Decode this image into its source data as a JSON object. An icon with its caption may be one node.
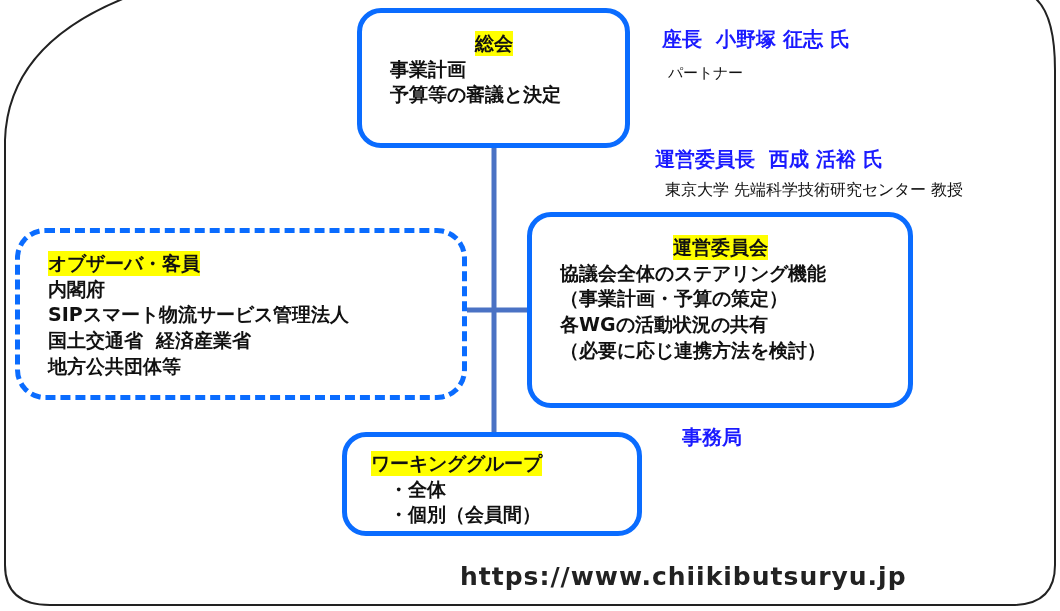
{
  "diagram": {
    "nodes": [
      {
        "text": [
          "総会",
          "事業計画",
          "予算等の審議と決定"
        ]
      },
      {
        "text": [
          "オブザーバ・客員",
          "内閣府",
          "SIPスマート物流サービス管理法人",
          "国土交通省  経済産業省",
          "地方公共団体等"
        ]
      },
      {
        "text": [
          "運営委員会",
          "協議会全体のステアリング機能",
          "（事業計画・予算の策定）",
          "各WGの活動状況の共有",
          "（必要に応じ連携方法を検討）"
        ]
      },
      {
        "text": [
          "ワーキンググループ",
          "・全体",
          "・個別（会員間）"
        ]
      }
    ],
    "edges": [
      {
        "from": 0,
        "to": 3,
        "arrow": "none"
      },
      {
        "from": 1,
        "to": 2,
        "arrow": "none"
      }
    ],
    "labels": [
      "座長  小野塚 征志 氏",
      "パートナー",
      "運営委員長  西成 活裕 氏",
      "東京大学 先端科学技術研究センター 教授",
      "事務局",
      "https://www.chiikibutsuryu.jp"
    ]
  }
}
